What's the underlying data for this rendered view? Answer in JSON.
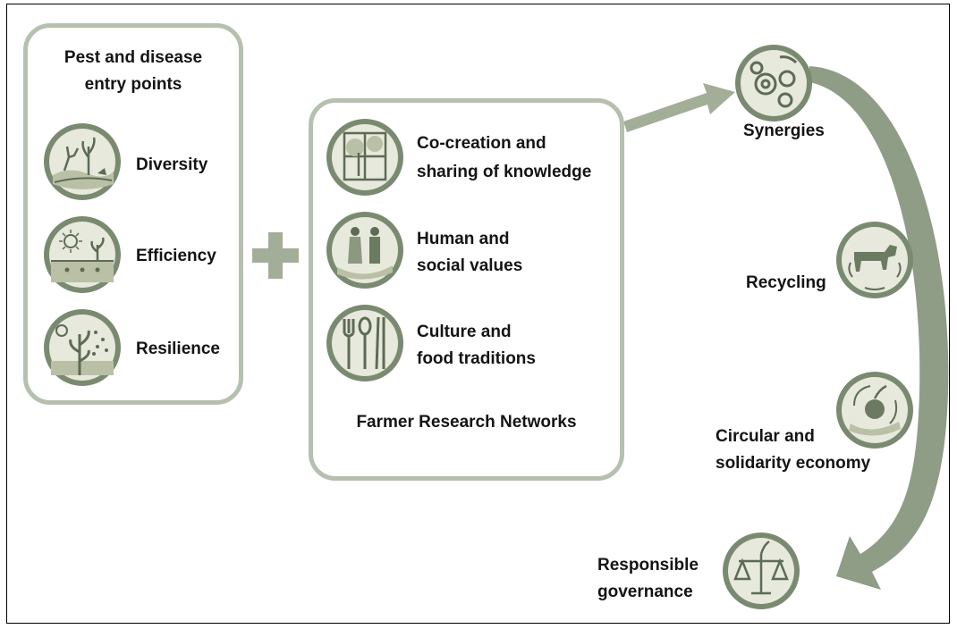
{
  "colors": {
    "box_border": "#b5c0ae",
    "icon_ring": "#7a8a70",
    "icon_fill": "#e7e9dc",
    "arrow": "#9aa890",
    "text": "#141414"
  },
  "entry_box": {
    "title_line1": "Pest and disease",
    "title_line2": "entry points",
    "items": [
      {
        "label": "Diversity",
        "icon": "diversity-icon"
      },
      {
        "label": "Efficiency",
        "icon": "efficiency-icon"
      },
      {
        "label": "Resilience",
        "icon": "resilience-icon"
      }
    ]
  },
  "plus_symbol": "plus-icon",
  "frn_box": {
    "items": [
      {
        "line1": "Co-creation and",
        "line2": "sharing of knowledge",
        "icon": "knowledge-icon"
      },
      {
        "line1": "Human and",
        "line2": "social values",
        "icon": "people-icon"
      },
      {
        "line1": "Culture and",
        "line2": "food traditions",
        "icon": "cutlery-icon"
      }
    ],
    "footer": "Farmer Research Networks"
  },
  "outcomes": [
    {
      "line1": "Synergies",
      "line2": "",
      "icon": "gears-icon"
    },
    {
      "line1": "Recycling",
      "line2": "",
      "icon": "cow-icon"
    },
    {
      "line1": "Circular and",
      "line2": "solidarity economy",
      "icon": "apple-hand-icon"
    },
    {
      "line1": "Responsible",
      "line2": "governance",
      "icon": "scales-icon"
    }
  ]
}
